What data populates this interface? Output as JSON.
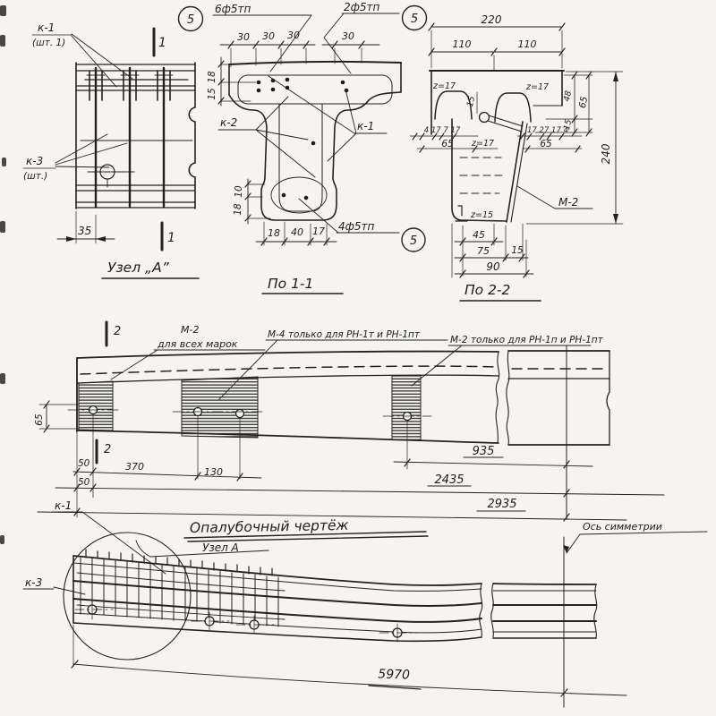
{
  "drawing": {
    "background": "#f5f4ef",
    "ink": "#24221c",
    "bubble": "5",
    "node_a": {
      "title": "Узел „А”",
      "k1": "к-1",
      "k1_qty": "(шт. 1)",
      "k3": "к-3",
      "k3_qty": "(шт.)",
      "d35": "35",
      "mark": "1"
    },
    "s11": {
      "title": "По 1-1",
      "c6": "6ф5тп",
      "c2": "2ф5тп",
      "c4": "4ф5тп",
      "k2": "к-2",
      "k1": "к-1",
      "d30": "30",
      "d18": "18",
      "d15": "15",
      "d10": "10",
      "d40": "40",
      "d17": "17"
    },
    "s22": {
      "title": "По 2-2",
      "d220": "220",
      "d110": "110",
      "z17": "z=17",
      "z15": "z=15",
      "d15": "15",
      "d48": "48",
      "d65": "65",
      "small_left": "4 17 7 17",
      "small_right": "17 27 17 4",
      "d240": "240",
      "m2": "М-2",
      "d45": "45",
      "d75": "75",
      "d90": "90"
    },
    "fw": {
      "title": "Опалубочный чертёж",
      "uzel": "Узел А",
      "axis": "Ось симметрии",
      "mark": "2",
      "m2": "М-2",
      "m2_note": "для всех марок",
      "note_m4": "М-4 только для РН-1т и РН-1пт",
      "note_m2": "М-2 только для РН-1п и РН-1пт",
      "k1": "к-1",
      "k3": "к-3",
      "e65": "65",
      "d50": "50",
      "d370": "370",
      "d130": "130",
      "d935": "935",
      "d2435": "2435",
      "d2935": "2935",
      "d5970": "5970"
    }
  }
}
